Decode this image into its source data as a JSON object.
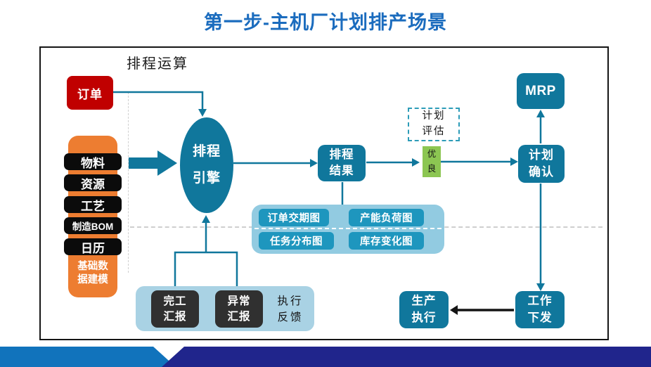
{
  "slide": {
    "title": "第一步-主机厂计划排产场景",
    "region_label": "排程运算"
  },
  "nodes": {
    "order": "订单",
    "master_data_items": [
      "物料",
      "资源",
      "工艺",
      "制造BOM",
      "日历"
    ],
    "master_data_footer": "基础数\n据建模",
    "engine": "排程\n引擎",
    "result": "排程\n结果",
    "plan_eval": "计划\n评估",
    "grade": "优\n良",
    "plan_confirm": "计划\n确认",
    "mrp": "MRP",
    "work_dispatch": "工作\n下发",
    "production_exec": "生产\n执行",
    "completion_report": "完工\n汇报",
    "exception_report": "异常\n汇报",
    "feedback_label": "执行\n反馈",
    "charts": [
      "订单交期图",
      "产能负荷图",
      "任务分布图",
      "库存变化图"
    ]
  },
  "colors": {
    "title_blue": "#1B6CBE",
    "teal": "#10779C",
    "chart_teal": "#1E96BE",
    "light_blue": "#92CBE1",
    "feedback_blue": "#A9D2E4",
    "red": "#C00000",
    "orange": "#ED7D31",
    "black_box": "#0B0B0B",
    "report_box": "#303030",
    "green": "#8CC652",
    "eval_dash": "#2D9CB8",
    "band_light": "#1173BC",
    "band_dark": "#20258C"
  }
}
